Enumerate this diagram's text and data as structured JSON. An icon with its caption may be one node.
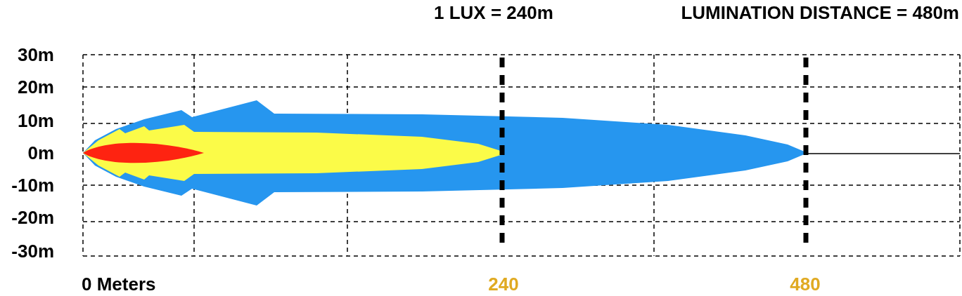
{
  "diagram": {
    "labels": [
      "1 LUX = 240m",
      "LUMINATION DISTANCE = 480m",
      "30m",
      "20m",
      "10m",
      "0m",
      "-10m",
      "-20m",
      "-30m",
      "0 Meters",
      "240",
      "480"
    ]
  }
}
